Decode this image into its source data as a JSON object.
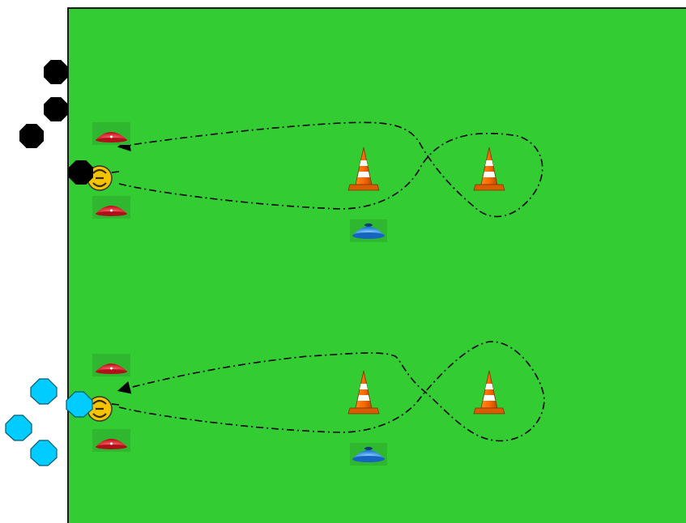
{
  "colors": {
    "pitch": "#33cc33",
    "pitch_border": "#1a1a1a",
    "team_a": "#000000",
    "team_b": "#00ccff",
    "cone": "#ff6a00",
    "marker_red": "#d81b2a",
    "disc_blue": "#1e90ff",
    "ball": "#f5c400",
    "path": "#000000"
  },
  "pitch": {
    "name": "training-pitch"
  },
  "drills": [
    {
      "id": "drill-top",
      "team": "team_a",
      "players": [
        "player",
        "player",
        "player",
        "player"
      ],
      "ball_icon": "soccer-ball-icon",
      "cones": [
        "traffic-cone-icon",
        "traffic-cone-icon"
      ],
      "markers": [
        "red-cone-marker-icon",
        "red-cone-marker-icon"
      ],
      "disc": "blue-disc-marker-icon",
      "path_style": "dash-dot",
      "path_shape": "figure-eight-around-cones"
    },
    {
      "id": "drill-bottom",
      "team": "team_b",
      "players": [
        "player",
        "player",
        "player",
        "player"
      ],
      "ball_icon": "soccer-ball-icon",
      "cones": [
        "traffic-cone-icon",
        "traffic-cone-icon"
      ],
      "markers": [
        "red-cone-marker-icon",
        "red-cone-marker-icon"
      ],
      "disc": "blue-disc-marker-icon",
      "path_style": "dash-dot",
      "path_shape": "figure-eight-around-cones"
    }
  ]
}
